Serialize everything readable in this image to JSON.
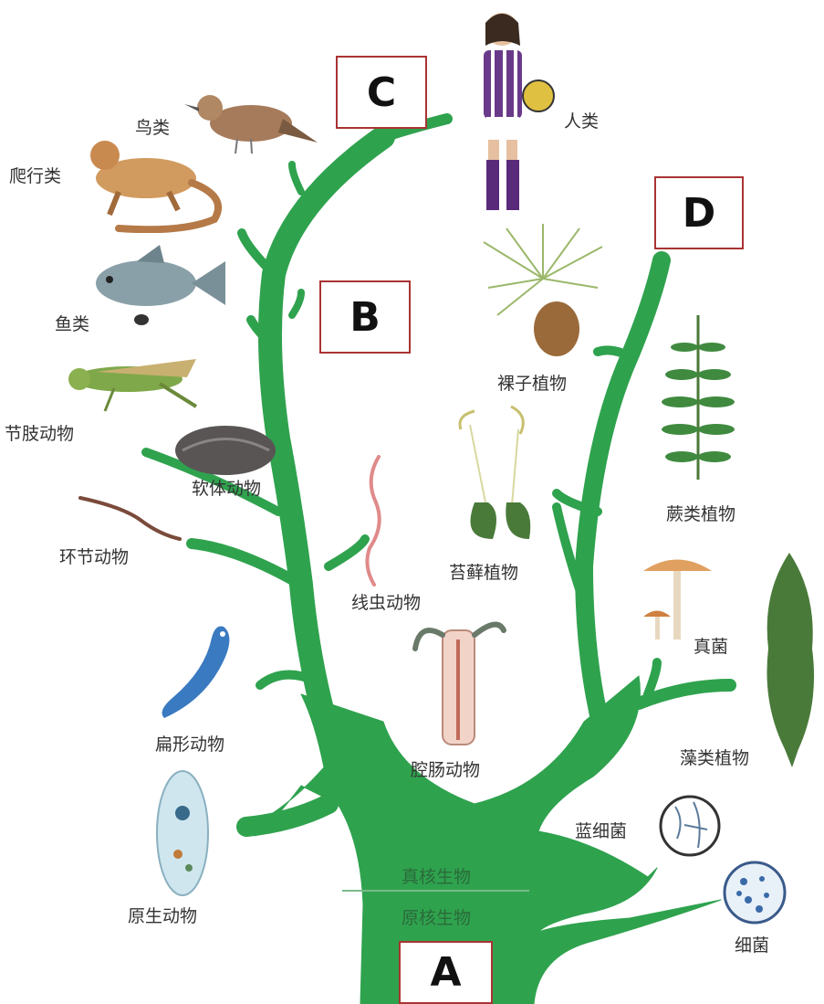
{
  "boxes": {
    "a": "A",
    "b": "B",
    "c": "C",
    "d": "D"
  },
  "trunk": {
    "eukaryote": "真核生物",
    "prokaryote": "原核生物"
  },
  "animals": {
    "birds": "鸟类",
    "reptiles": "爬行类",
    "fish": "鱼类",
    "arthropods": "节肢动物",
    "mollusks": "软体动物",
    "annelids": "环节动物",
    "nematodes": "线虫动物",
    "flatworms": "扁形动物",
    "cnidarians": "腔肠动物",
    "protozoa": "原生动物",
    "humans": "人类"
  },
  "plants": {
    "gymnosperms": "裸子植物",
    "mosses": "苔藓植物",
    "ferns": "蕨类植物",
    "fungi": "真菌",
    "algae": "藻类植物"
  },
  "bacteria": {
    "cyanobacteria": "蓝细菌",
    "bacteria": "细菌"
  },
  "colors": {
    "tree": "#2fa24e",
    "box_border": "#aa3333"
  }
}
